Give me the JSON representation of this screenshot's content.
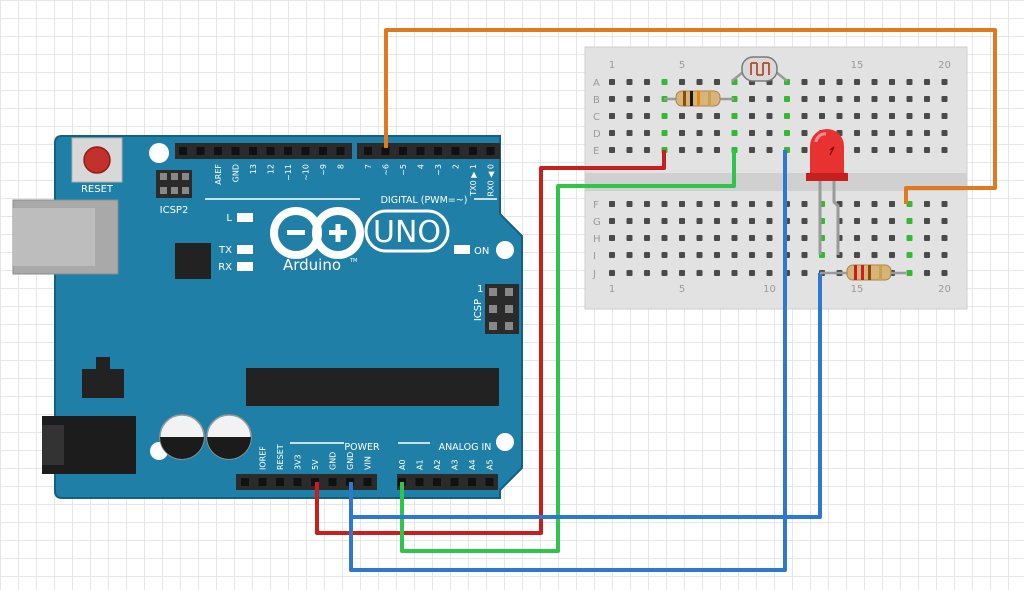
{
  "board": {
    "reset_label": "RESET",
    "icsp2_label": "ICSP2",
    "icsp_label": "ICSP",
    "icsp_pin1": "1",
    "digital_label": "DIGITAL (PWM=~)",
    "digital_pins": [
      "AREF",
      "GND",
      "13",
      "12",
      "~11",
      "~10",
      "~9",
      "8",
      "7",
      "~6",
      "~5",
      "4",
      "~3",
      "2",
      "TX0 ▶ 1",
      "RX0 ◀ 0"
    ],
    "led_l": "L",
    "led_tx": "TX",
    "led_rx": "RX",
    "led_on": "ON",
    "logo_uno": "UNO",
    "logo_brand": "Arduino",
    "logo_tm": "TM",
    "power_label": "POWER",
    "power_pins": [
      "IOREF",
      "RESET",
      "3V3",
      "5V",
      "GND",
      "GND",
      "VIN"
    ],
    "analog_label": "ANALOG IN",
    "analog_pins": [
      "A0",
      "A1",
      "A2",
      "A3",
      "A4",
      "A5"
    ]
  },
  "breadboard": {
    "row_letters_top": [
      "A",
      "B",
      "C",
      "D",
      "E"
    ],
    "row_letters_bottom": [
      "F",
      "G",
      "H",
      "I",
      "J"
    ],
    "column_numbers": [
      "1",
      "5",
      "10",
      "15",
      "20"
    ]
  },
  "colors": {
    "board_body": "#1f7fa6",
    "wire_orange": "#e07a1f",
    "wire_red": "#c81e1e",
    "wire_green": "#2fc44a",
    "wire_blue": "#2f78d0",
    "led_red": "#e83232"
  }
}
